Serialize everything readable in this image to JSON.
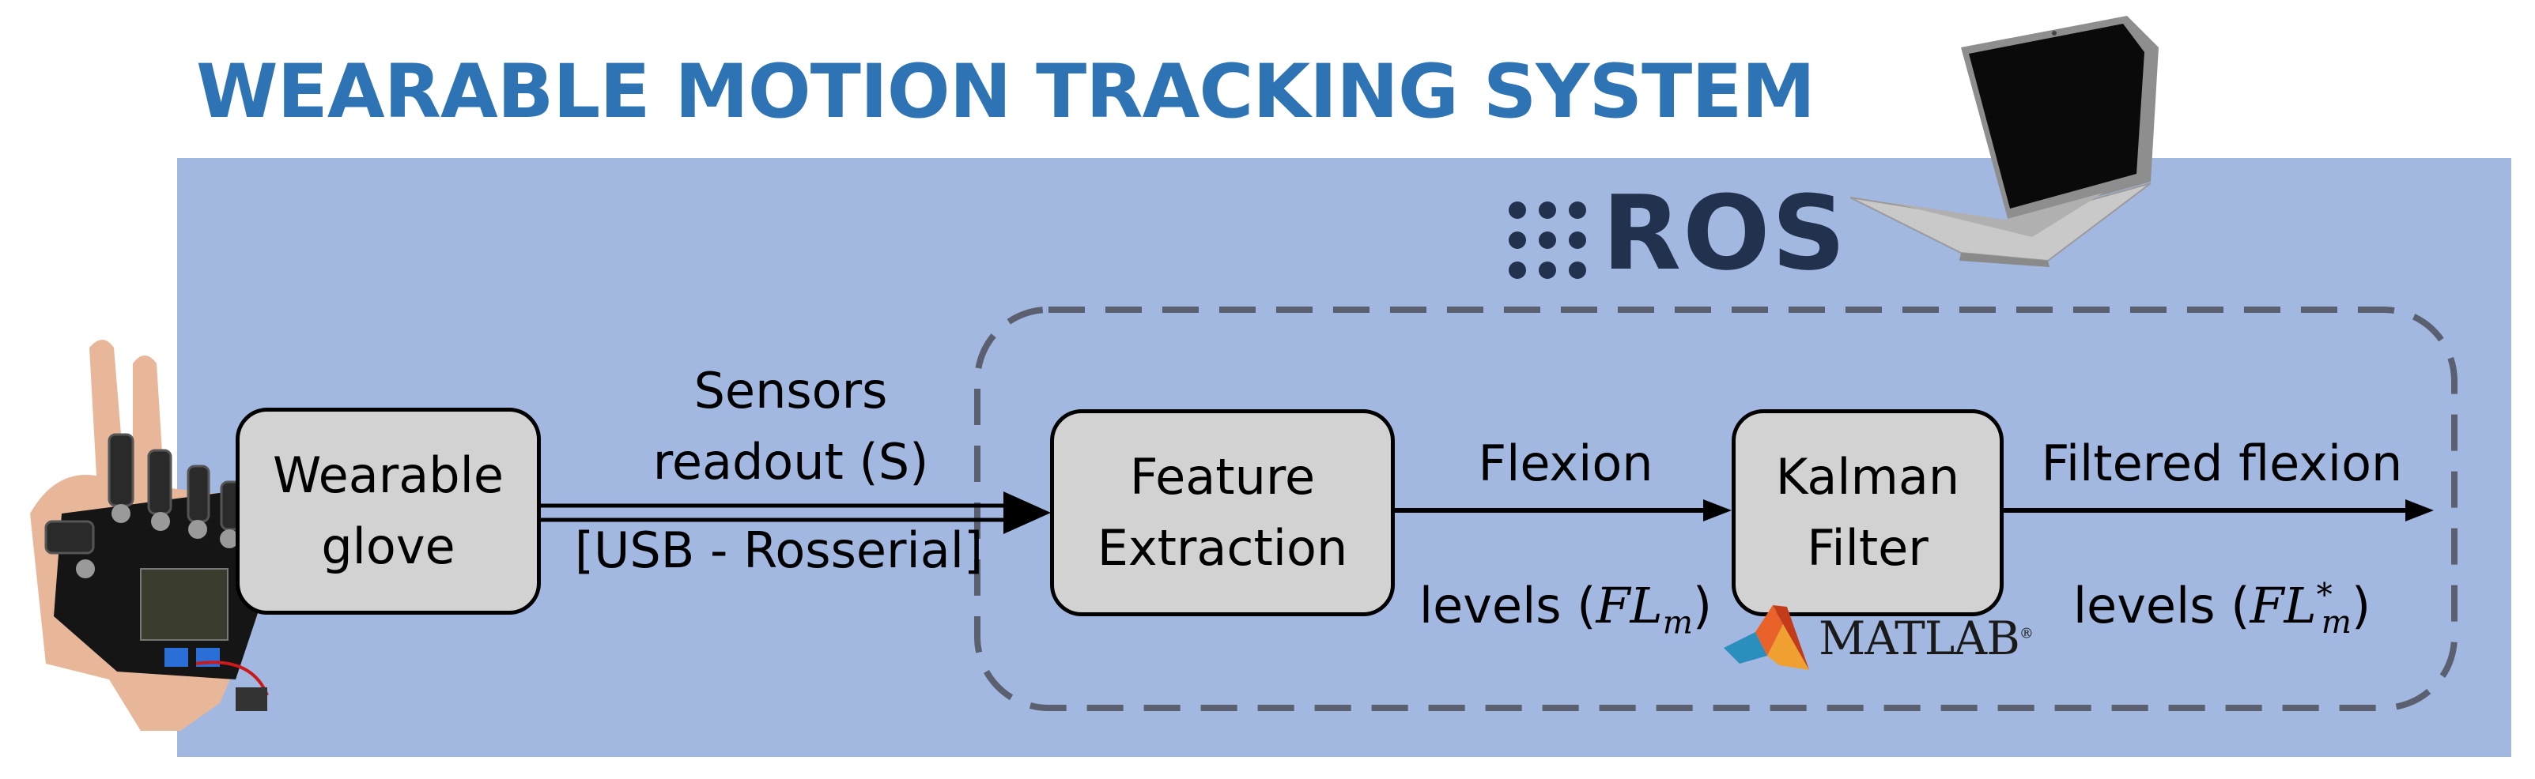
{
  "title": "WEARABLE MOTION TRACKING SYSTEM",
  "ros_label": "ROS",
  "matlab_label": "MATLAB",
  "boxes": {
    "glove": "Wearable\nglove",
    "feature": "Feature\nExtraction",
    "kalman": "Kalman\nFilter"
  },
  "edges": {
    "sensors_top": "Sensors\nreadout (S)",
    "sensors_bottom": "[USB - Rosserial]",
    "flexion_line1": "Flexion",
    "flexion_line2_prefix": "levels (",
    "flexion_symbol": "FL",
    "flexion_sub": "m",
    "flexion_suffix": ")",
    "filtered_line1": "Filtered flexion",
    "filtered_line2_prefix": "levels (",
    "filtered_symbol": "FL",
    "filtered_sup": "*",
    "filtered_sub": "m",
    "filtered_suffix": ")"
  },
  "colors": {
    "title": "#2e74b5",
    "panel": "#a3b8e0",
    "box_fill": "#d2d2d2",
    "dash": "#5a6070",
    "ros": "#22314e"
  }
}
